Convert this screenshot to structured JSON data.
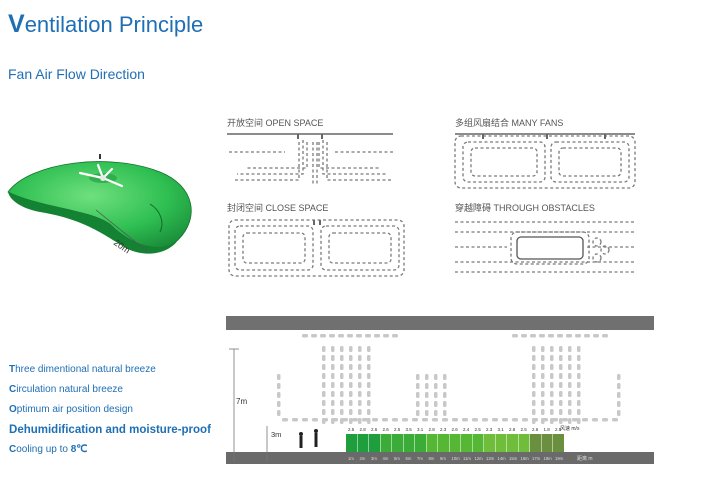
{
  "title": {
    "first": "V",
    "rest": "entilation Principle"
  },
  "subtitle": "Fan Air Flow Direction",
  "fan_dimension": "20m",
  "diagrams": {
    "open_space": "开放空间 OPEN SPACE",
    "close_space": "封闭空间 CLOSE SPACE",
    "many_fans": "多组风扇结合 MANY FANS",
    "through_obstacles": "穿越障碍 THROUGH OBSTACLES"
  },
  "section": {
    "height_7m": "7m",
    "height_3m": "3m",
    "speed_unit": "风速 m/s",
    "distance_unit": "距离 m",
    "speeds": [
      "2.5",
      "2.8",
      "2.6",
      "2.6",
      "2.5",
      "3.5",
      "3.1",
      "2.8",
      "2.3",
      "2.6",
      "2.4",
      "2.5",
      "2.3",
      "3.1",
      "2.8",
      "2.5",
      "2.6",
      "1.8",
      "2.5"
    ],
    "distances": [
      "1m",
      "2m",
      "3m",
      "4m",
      "5m",
      "6m",
      "7m",
      "8m",
      "9m",
      "10m",
      "11m",
      "12m",
      "13m",
      "14m",
      "15m",
      "16m",
      "17m",
      "18m",
      "19m"
    ],
    "gradient_colors": [
      "#1f9e3d",
      "#3aac37",
      "#55b733",
      "#6fbd3a",
      "#6a8f3f"
    ]
  },
  "features": [
    {
      "first": "T",
      "rest": "hree dimentional natural breeze",
      "style": "normal"
    },
    {
      "first": "C",
      "rest": "irculation natural breeze",
      "style": "normal"
    },
    {
      "first": "O",
      "rest": "ptimum air position design",
      "style": "normal"
    },
    {
      "first": "D",
      "rest": "ehumidification and moisture-proof",
      "style": "big"
    },
    {
      "first": "C",
      "rest": "ooling up to ",
      "highlight": "8℃",
      "style": "normal"
    }
  ]
}
